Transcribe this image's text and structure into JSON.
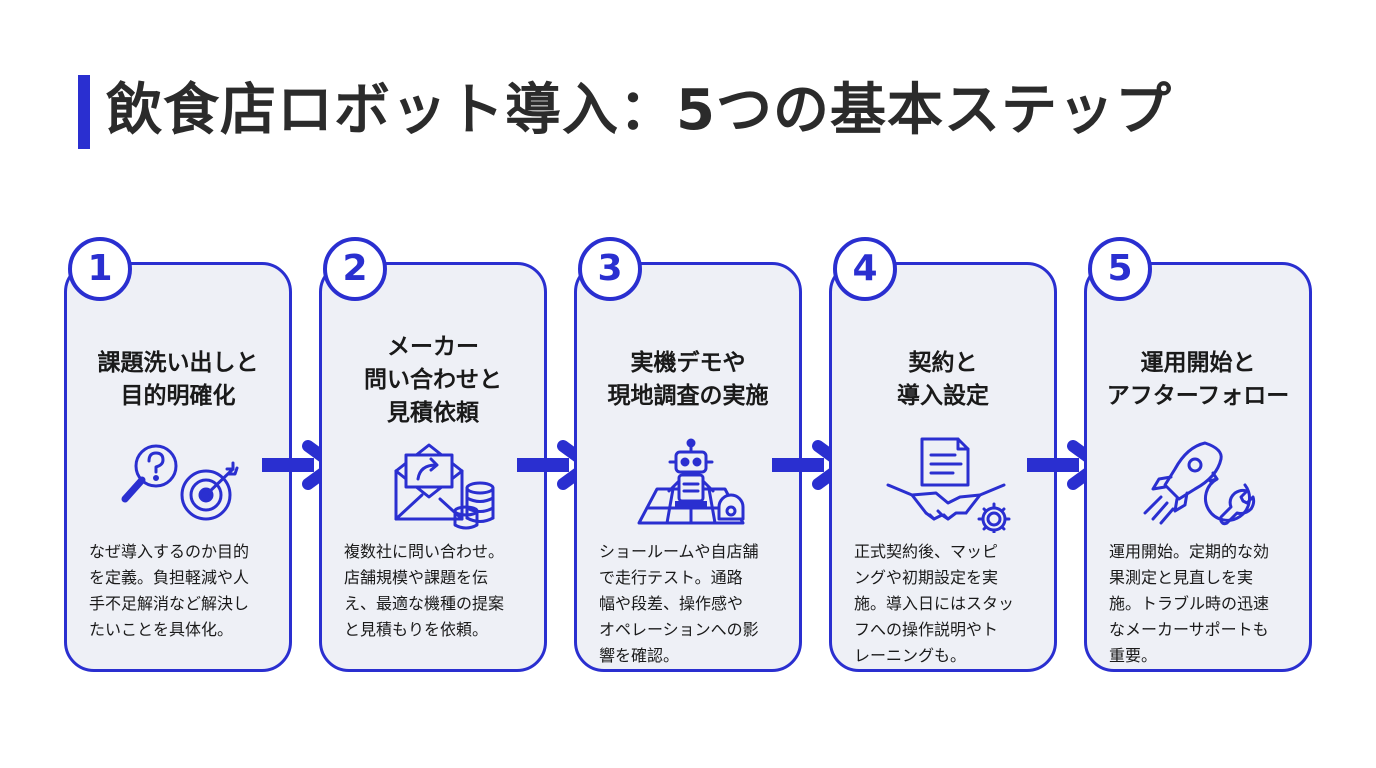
{
  "title": "飲食店ロボット導入：5つの基本ステップ",
  "steps": [
    {
      "number": "1",
      "title_lines": [
        "課題洗い出しと",
        "目的明確化"
      ],
      "icon": "magnifier-question-target-icon",
      "desc_lines": [
        "なぜ導入するのか目的",
        "を定義。負担軽減や人",
        "手不足解消など解決し",
        "たいことを具体化。"
      ]
    },
    {
      "number": "2",
      "title_lines": [
        "メーカー",
        "問い合わせと",
        "見積依頼"
      ],
      "icon": "envelope-coins-icon",
      "desc_lines": [
        "複数社に問い合わせ。",
        "店舗規模や課題を伝",
        "え、最適な機種の提案",
        "と見積もりを依頼。"
      ]
    },
    {
      "number": "3",
      "title_lines": [
        "実機デモや",
        "現地調査の実施"
      ],
      "icon": "robot-floor-plan-icon",
      "desc_lines": [
        "ショールームや自店舗",
        "で走行テスト。通路",
        "幅や段差、操作感や",
        "オペレーションへの影",
        "響を確認。"
      ]
    },
    {
      "number": "4",
      "title_lines": [
        "契約と",
        "導入設定"
      ],
      "icon": "contract-handshake-gear-icon",
      "desc_lines": [
        "正式契約後、マッピ",
        "ングや初期設定を実",
        "施。導入日にはスタッ",
        "フへの操作説明やト",
        "レーニングも。"
      ]
    },
    {
      "number": "5",
      "title_lines": [
        "運用開始と",
        "アフターフォロー"
      ],
      "icon": "rocket-wrench-cycle-icon",
      "desc_lines": [
        "運用開始。定期的な効",
        "果測定と見直しを実",
        "施。トラブル時の迅速",
        "なメーカーサポートも",
        "重要。"
      ]
    }
  ]
}
